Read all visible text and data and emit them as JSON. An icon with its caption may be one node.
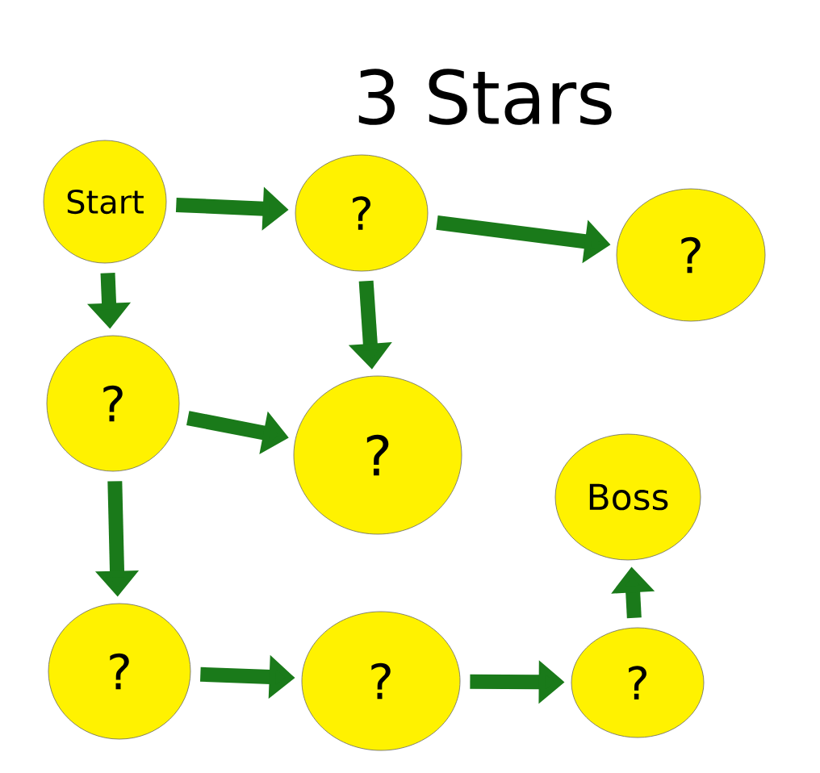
{
  "diagram": {
    "title": "3 Stars",
    "nodes": [
      {
        "text": [
          "Start"
        ]
      },
      {
        "text": [
          "?"
        ]
      },
      {
        "text": [
          "?"
        ]
      },
      {
        "text": [
          "?"
        ]
      },
      {
        "text": [
          "?"
        ]
      },
      {
        "text": [
          "Boss"
        ]
      },
      {
        "text": [
          "?"
        ]
      },
      {
        "text": [
          "?"
        ]
      },
      {
        "text": [
          "?"
        ]
      }
    ],
    "edges": [
      {
        "from": 0,
        "to": 1,
        "arrow": "to"
      },
      {
        "from": 1,
        "to": 2,
        "arrow": "to"
      },
      {
        "from": 0,
        "to": 3,
        "arrow": "to"
      },
      {
        "from": 1,
        "to": 4,
        "arrow": "to"
      },
      {
        "from": 3,
        "to": 4,
        "arrow": "to"
      },
      {
        "from": 3,
        "to": 6,
        "arrow": "to"
      },
      {
        "from": 6,
        "to": 7,
        "arrow": "to"
      },
      {
        "from": 7,
        "to": 8,
        "arrow": "to"
      },
      {
        "from": 8,
        "to": 5,
        "arrow": "to"
      }
    ]
  }
}
